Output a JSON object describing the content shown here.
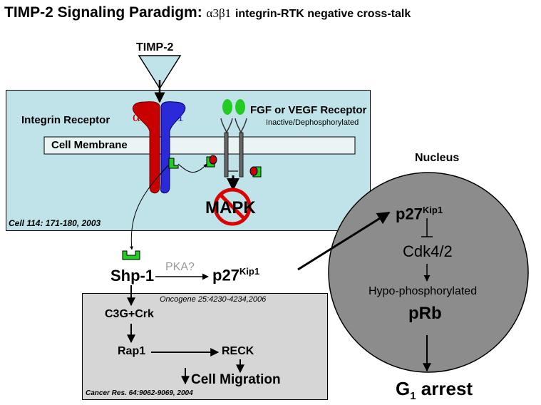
{
  "title": {
    "main": "TIMP-2 Signaling Paradigm:",
    "greek": "α3β1",
    "sub": "integrin-RTK negative cross-talk"
  },
  "ligand": "TIMP-2",
  "cell": {
    "integrin_label": "Integrin Receptor",
    "alpha": "α3",
    "beta": "β1",
    "receptor_label": "FGF or VEGF Receptor",
    "receptor_state": "Inactive/Dephosphorylated",
    "membrane": "Cell Membrane",
    "mapk": "MAPK",
    "citation": "Cell 114: 171-180, 2003"
  },
  "signaling": {
    "shp1": "Shp-1",
    "pka": "PKA?",
    "p27": "p27",
    "kip1": "Kip1"
  },
  "gray": {
    "citation_top": "Oncogene 25:4230-4234,2006",
    "c3g": "C3G+Crk",
    "rap1": "Rap1",
    "reck": "RECK",
    "migration": "Cell Migration",
    "citation_bottom_journal": "Cancer Res.",
    "citation_bottom_ref": "64:9062-9069, 2004"
  },
  "nucleus": {
    "label": "Nucleus",
    "p27": "p27",
    "kip1": "Kip1",
    "cdk": "Cdk4/2",
    "hypo": "Hypo-phosphorylated",
    "prb": "pRb"
  },
  "outcome": {
    "g": "G",
    "sub": "1",
    "arrest": " arrest"
  },
  "colors": {
    "cell_bg": "#bfe3e8",
    "gray_bg": "#d6d6d6",
    "nucleus": "#8c8c8c",
    "alpha": "#c80000",
    "beta": "#2a2ad8",
    "green": "#22cc22",
    "timp_triangle": "#bfe3e8",
    "no_sign": "#dd0000"
  }
}
